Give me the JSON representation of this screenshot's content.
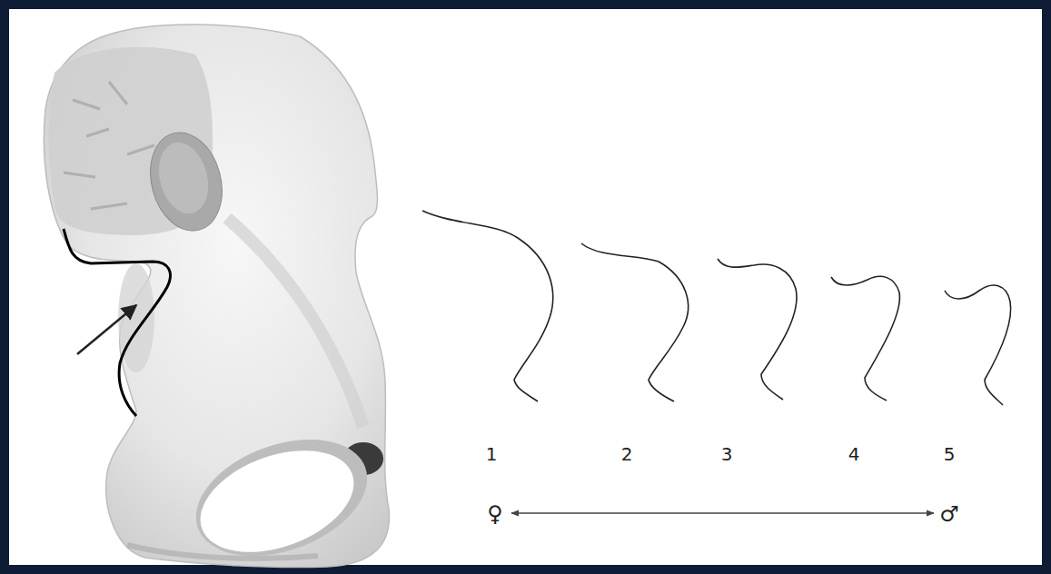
{
  "diagram": {
    "labels": [
      "1",
      "2",
      "3",
      "4",
      "5",
      "♀",
      "♂"
    ]
  }
}
